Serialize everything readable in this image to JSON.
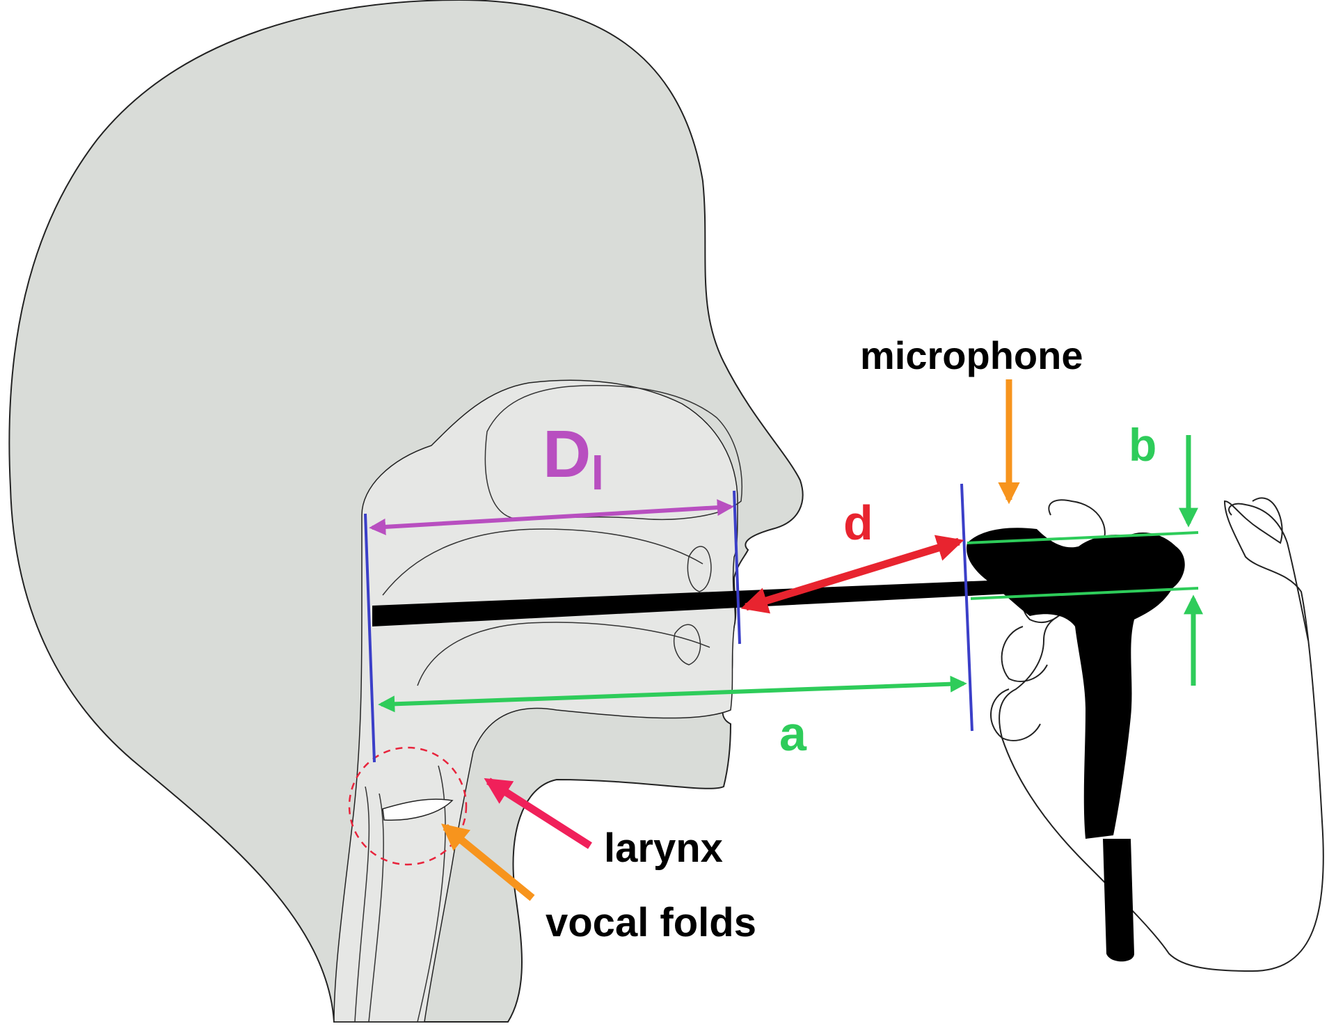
{
  "labels": {
    "microphone": "microphone",
    "b": "b",
    "d": "d",
    "a": "a",
    "dl_main": "D",
    "dl_sub": "l",
    "larynx": "larynx",
    "vocal_folds": "vocal folds"
  },
  "colors": {
    "head_fill": "#d9dcd8",
    "inner_fill": "#e6e7e5",
    "outline": "#222222",
    "instrument": "#000000",
    "blue_lines": "#3b3fc8",
    "green": "#2ecc5a",
    "red": "#e8242f",
    "purple": "#b84fc0",
    "orange": "#f7941d",
    "larynx_circle": "#e8243c",
    "larynx_arrow": "#f0205a"
  }
}
